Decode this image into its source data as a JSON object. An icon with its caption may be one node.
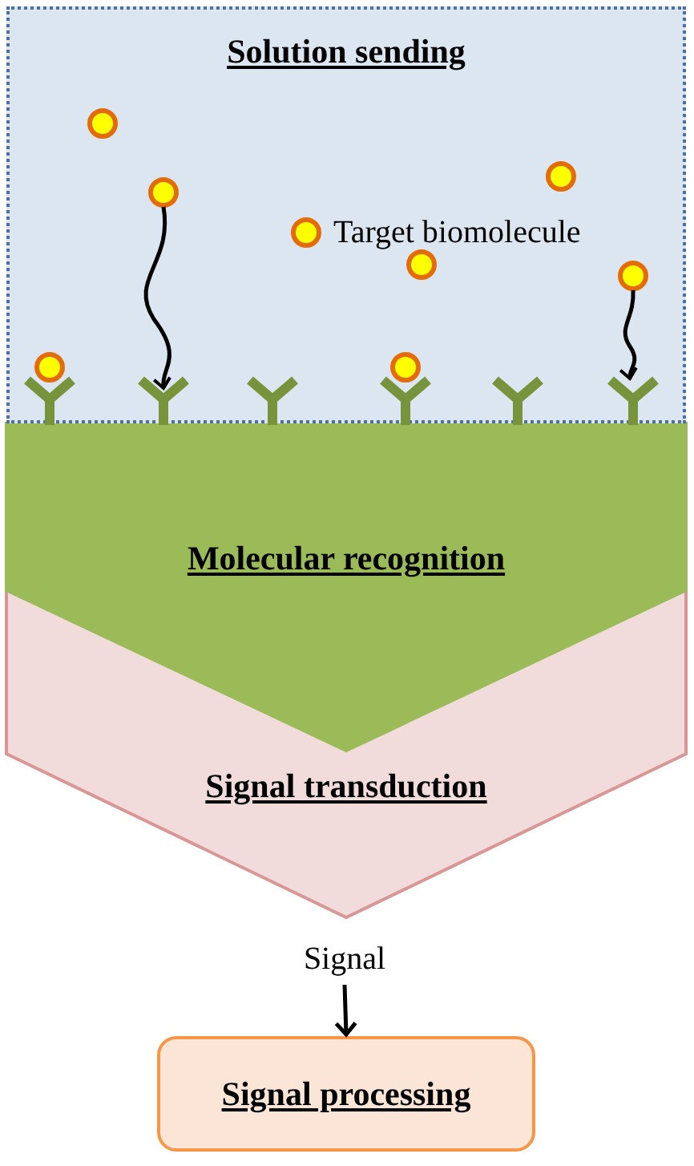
{
  "diagram": {
    "nodes": [
      {
        "text": [
          "Solution sending"
        ]
      },
      {
        "text": [
          "Molecular recognition"
        ]
      },
      {
        "text": [
          "Signal transduction"
        ]
      },
      {
        "text": [
          "Signal"
        ]
      },
      {
        "text": [
          "Signal processing"
        ]
      }
    ],
    "edges": [
      {
        "from": 3,
        "to": 4,
        "arrow": "to"
      }
    ],
    "labels": [
      "Target biomolecule"
    ]
  }
}
